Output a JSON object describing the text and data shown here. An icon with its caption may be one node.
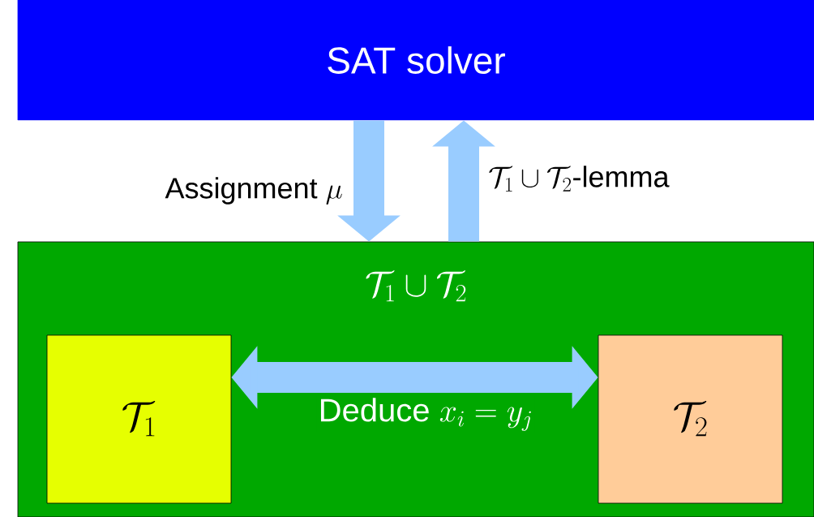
{
  "diagram": {
    "nodes": [
      {
        "text": [
          "SAT solver"
        ]
      },
      {
        "text": [
          "\\mathcal{T}_1 \\cup \\mathcal{T}_2"
        ]
      },
      {
        "text": [
          "\\mathcal{T}_1"
        ],
        "in": 1
      },
      {
        "text": [
          "\\mathcal{T}_2"
        ],
        "in": 1
      }
    ],
    "edges": [
      {
        "from": 0,
        "to": 1,
        "arrow": "to",
        "label": "\\text{Assignment } \\mu"
      },
      {
        "from": 1,
        "to": 0,
        "arrow": "to",
        "label": "\\mathcal{T}_1 \\cup \\mathcal{T}_2\\text{-lemma}"
      },
      {
        "from": 2,
        "to": 3,
        "arrow": "both",
        "label": "\\text{Deduce } x_i = y_j"
      }
    ]
  }
}
